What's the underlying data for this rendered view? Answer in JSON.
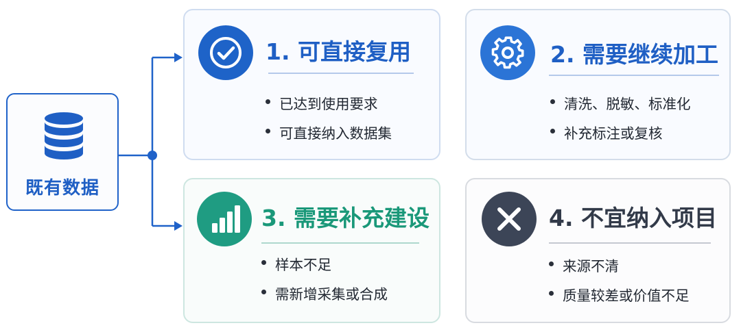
{
  "source": {
    "label": "既有数据",
    "icon": "database-icon",
    "color": "#1f62c9"
  },
  "cards": [
    {
      "title": "1. 可直接复用",
      "icon": "check-circle-icon",
      "accent": "#1e63c8",
      "bullets": [
        "已达到使用要求",
        "可直接纳入数据集"
      ]
    },
    {
      "title": "2. 需要继续加工",
      "icon": "gear-icon",
      "accent": "#2b74d6",
      "bullets": [
        "清洗、脱敏、标准化",
        "补充标注或复核"
      ]
    },
    {
      "title": "3. 需要补充建设",
      "icon": "bar-chart-icon",
      "accent": "#1f9c82",
      "bullets": [
        "样本不足",
        "需新增采集或合成"
      ]
    },
    {
      "title": "4. 不宜纳入项目",
      "icon": "close-icon",
      "accent": "#3c4557",
      "bullets": [
        "来源不清",
        "质量较差或价值不足"
      ]
    }
  ]
}
